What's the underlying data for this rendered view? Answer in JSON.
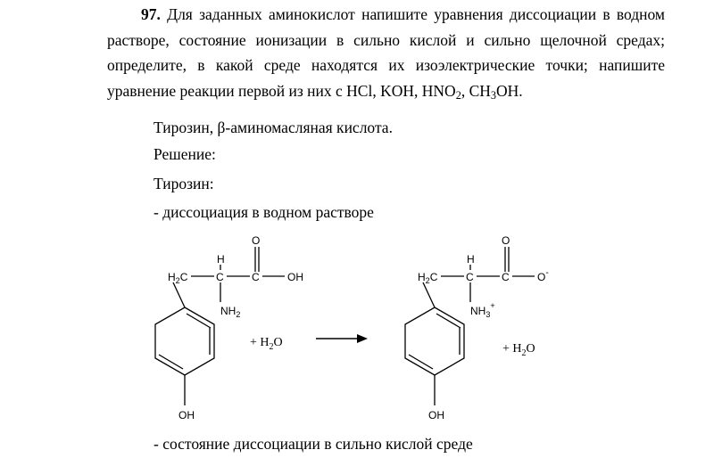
{
  "task": {
    "number": "97.",
    "text_a": "Для заданных аминокислот напишите уравнения диссоциации в водном растворе, состояние ионизации в сильно кислой и сильно щелочной средах; определите, в какой среде находятся их изоэлектрические точки; напишите уравнение реакции первой из них с HCl, KOH, HNO",
    "sub_no2": "2",
    "text_b": ", CH",
    "sub_ch3": "3",
    "text_c": "OH."
  },
  "lines": {
    "compounds": "Тирозин, β-аминомасляная кислота.",
    "solution": "Решение:",
    "tyrosine": "Тирозин:",
    "dissociation": "- диссоциация в водном растворе",
    "acidic": "- состояние диссоциации в сильно кислой среде"
  },
  "scheme": {
    "left": {
      "o": "O",
      "h2c": "H",
      "h2c_sub": "2",
      "h2c_c": "C",
      "h": "H",
      "c": "C",
      "c2": "C",
      "oh": "OH",
      "nh2": "NH",
      "nh2_sub": "2",
      "ring_oh": "OH"
    },
    "plus_water_left": {
      "plus": "+ H",
      "sub": "2",
      "o": "O"
    },
    "right": {
      "o": "O",
      "h2c": "H",
      "h2c_sub": "2",
      "h2c_c": "C",
      "h": "H",
      "c": "C",
      "c2": "C",
      "o_minus": "O",
      "minus": "-",
      "nh3": "NH",
      "nh3_sub": "3",
      "nh3_plus": "+",
      "ring_oh": "OH"
    },
    "plus_water_right": {
      "plus": "+ H",
      "sub": "2",
      "o": "O"
    }
  }
}
